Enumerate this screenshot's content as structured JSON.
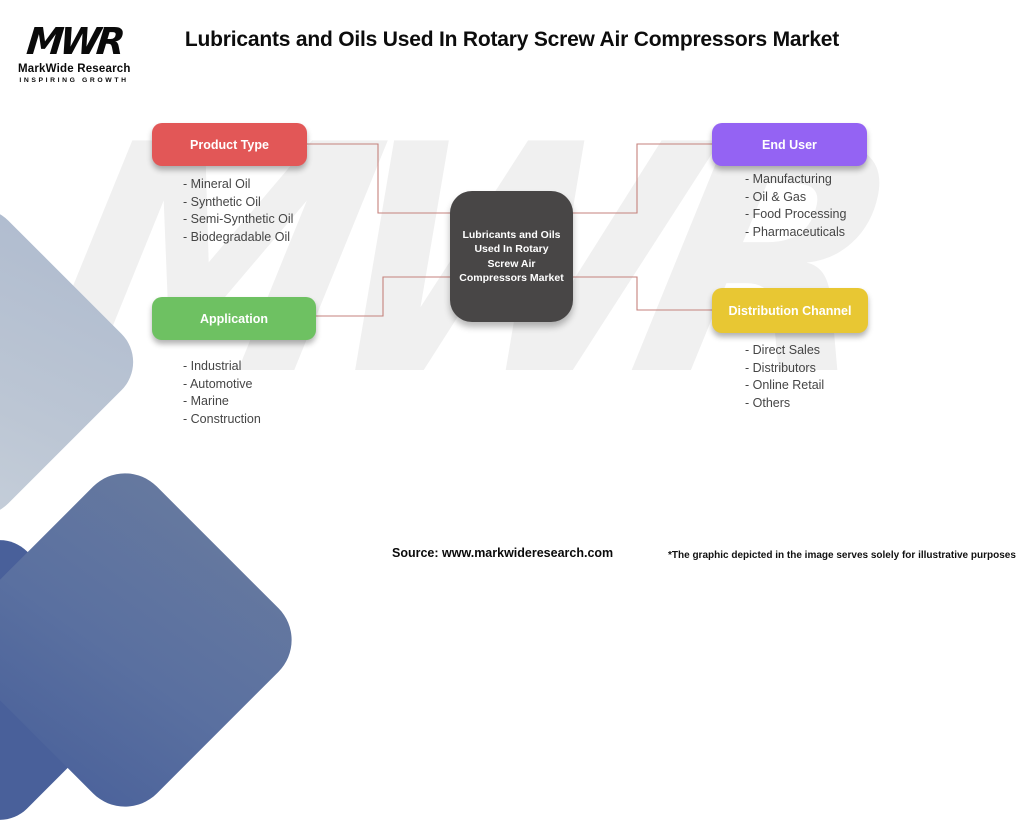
{
  "header": {
    "logo": {
      "mark": "MWR",
      "name": "MarkWide Research",
      "tagline": "INSPIRING GROWTH"
    },
    "title": "Lubricants and Oils Used In Rotary Screw Air Compressors Market"
  },
  "center_node": {
    "label": "Lubricants and Oils Used In Rotary Screw Air Compressors Market",
    "color": "#484646"
  },
  "list_bullet": "-",
  "categories": [
    {
      "id": "product-type",
      "label": "Product Type",
      "color": "#e25757",
      "items": [
        "Mineral Oil",
        "Synthetic Oil",
        "Semi-Synthetic Oil",
        "Biodegradable Oil"
      ]
    },
    {
      "id": "end-user",
      "label": "End User",
      "color": "#9463f3",
      "items": [
        "Manufacturing",
        "Oil & Gas",
        "Food Processing",
        "Pharmaceuticals"
      ]
    },
    {
      "id": "application",
      "label": "Application",
      "color": "#6ec162",
      "items": [
        "Industrial",
        "Automotive",
        "Marine",
        "Construction"
      ]
    },
    {
      "id": "distribution-channel",
      "label": "Distribution Channel",
      "color": "#e8c733",
      "items": [
        "Direct Sales",
        "Distributors",
        "Online Retail",
        "Others"
      ]
    }
  ],
  "footer": {
    "source": "Source: www.markwideresearch.com",
    "disclaimer": "*The graphic depicted in the image serves solely for illustrative purposes"
  },
  "watermark_text": "MWR",
  "colors": {
    "connector": "#c5827c",
    "watermark": "#f0f0f0",
    "decor_light_blue": "#b7c2d3",
    "decor_slate_blue": "#5b71a0",
    "decor_dark_blue": "#49609a",
    "list_text": "#454545",
    "title_text": "#0c0c0c"
  }
}
